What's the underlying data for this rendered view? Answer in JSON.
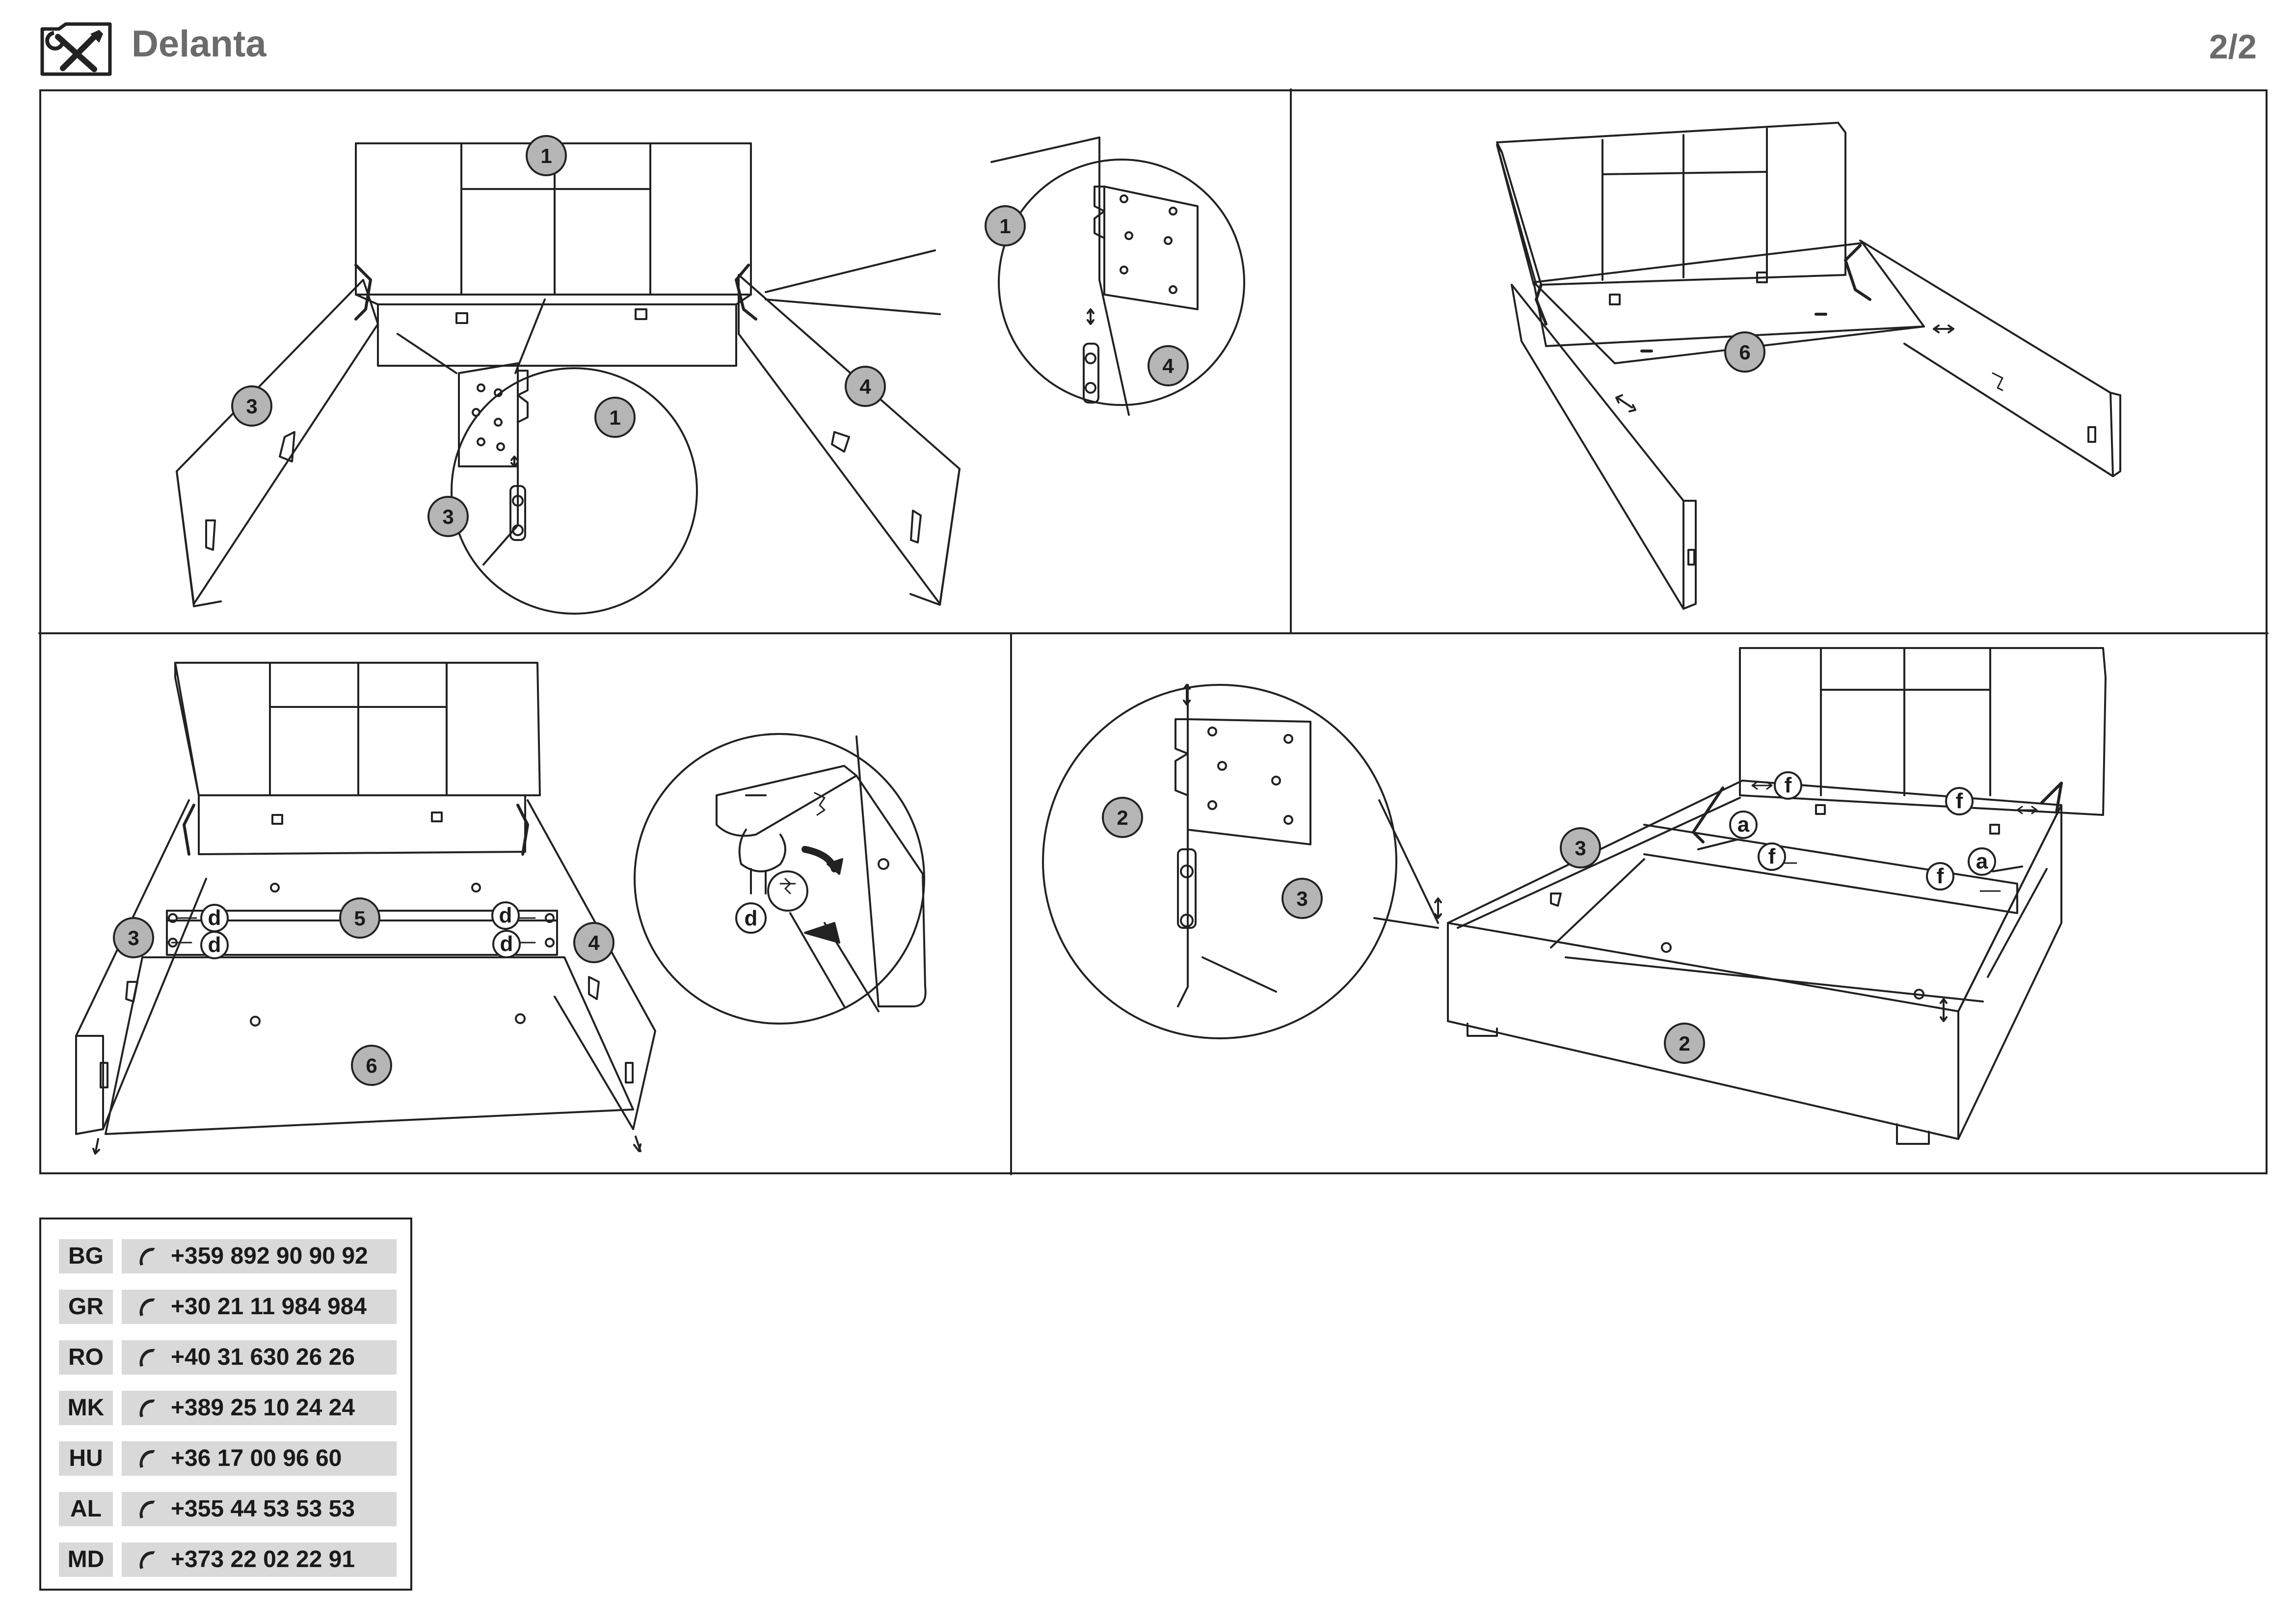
{
  "header": {
    "title": "Delanta",
    "page": "2/2",
    "icon": "tools-icon"
  },
  "steps": {
    "panel1": {
      "badges": [
        "1",
        "3",
        "4"
      ],
      "detail_left_badges": [
        "1",
        "3"
      ],
      "detail_right_badges": [
        "1",
        "4"
      ]
    },
    "panel2": {
      "badges": [
        "6"
      ]
    },
    "panel3": {
      "badges": [
        "3",
        "5",
        "4",
        "6"
      ],
      "letters": [
        "d",
        "d",
        "d",
        "d"
      ],
      "detail_letter": "d"
    },
    "panel4": {
      "detail_badges": [
        "2",
        "3"
      ],
      "badges": [
        "3",
        "2"
      ],
      "letters": [
        "f",
        "a",
        "f",
        "f",
        "a",
        "f"
      ]
    }
  },
  "contacts": [
    {
      "code": "BG",
      "phone": "+359 892 90 90 92"
    },
    {
      "code": "GR",
      "phone": "+30 21 11 984 984"
    },
    {
      "code": "RO",
      "phone": "+40 31 630 26 26"
    },
    {
      "code": "MK",
      "phone": "+389 25 10 24 24"
    },
    {
      "code": "HU",
      "phone": "+36 17 00 96 60"
    },
    {
      "code": "AL",
      "phone": "+355 44 53 53 53"
    },
    {
      "code": "MD",
      "phone": "+373 22 02 22 91"
    }
  ],
  "colors": {
    "badge_fill": "#b5b5b5",
    "line": "#222222",
    "header_text": "#6b6b6b",
    "contact_bg": "#d9d9d9"
  }
}
